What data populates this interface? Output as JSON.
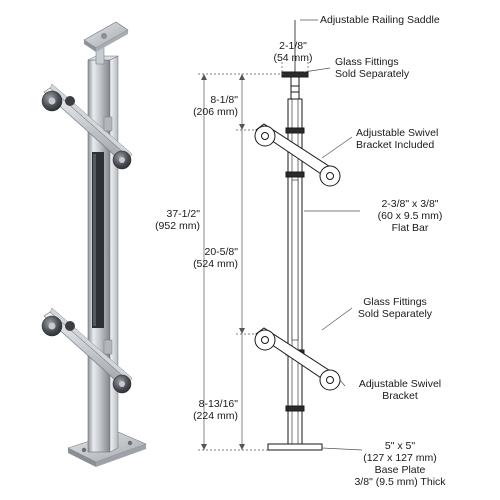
{
  "labels": {
    "saddle": "Adjustable Railing Saddle",
    "glass_top_1": "Glass Fittings",
    "glass_top_2": "Sold Separately",
    "swivel_top_1": "Adjustable Swivel",
    "swivel_top_2": "Bracket Included",
    "flatbar_1": "2-3/8\" x 3/8\"",
    "flatbar_2": "(60 x 9.5 mm)",
    "flatbar_3": "Flat Bar",
    "glass_bot_1": "Glass Fittings",
    "glass_bot_2": "Sold Separately",
    "swivel_bot_1": "Adjustable Swivel",
    "swivel_bot_2": "Bracket",
    "base_1": "5\" x 5\"",
    "base_2": "(127 x 127 mm)",
    "base_3": "Base Plate",
    "base_4": "3/8\" (9.5 mm) Thick"
  },
  "dims": {
    "saddle_w_in": "2-1/8\"",
    "saddle_w_mm": "(54 mm)",
    "top_off_in": "8-1/8\"",
    "top_off_mm": "(206 mm)",
    "height_in": "37-1/2\"",
    "height_mm": "(952 mm)",
    "between_in": "20-5/8\"",
    "between_mm": "(524 mm)",
    "bot_off_in": "8-13/16\"",
    "bot_off_mm": "(224 mm)"
  },
  "colors": {
    "steel_light": "#e9ebee",
    "steel_mid": "#b9bdc3",
    "steel_dark": "#6f747b",
    "line": "#1a1a1a",
    "dim_line": "#555555"
  }
}
